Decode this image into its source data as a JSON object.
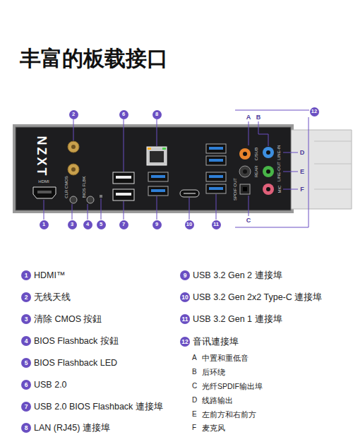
{
  "diagram": {
    "title": "丰富的板载接口",
    "labels": [
      "NZXT",
      "HDMI",
      "CLR CMOS",
      "BIOS FLBK",
      "C/SUB",
      "REAR",
      "SPDIF OUT",
      "LINE-IN",
      "LINE-OUT",
      "MIC",
      "1",
      "2",
      "3",
      "4",
      "5",
      "6",
      "7",
      "8",
      "9",
      "10",
      "11",
      "12",
      "A",
      "B",
      "C",
      "D",
      "E",
      "F",
      "1",
      "HDMI™",
      "2",
      "无线天线",
      "3",
      "清除 CMOS 按鈕",
      "4",
      "BIOS Flashback 按鈕",
      "5",
      "BIOS Flashback LED",
      "6",
      "USB 2.0",
      "7",
      "USB 2.0 BIOS Flashback 連接埠",
      "8",
      "LAN (RJ45) 連接埠",
      "9",
      "USB 3.2 Gen 2 連接埠",
      "10",
      "USB 3.2 Gen 2x2 Type-C 連接埠",
      "11",
      "USB 3.2 Gen 1 連接埠",
      "12",
      "音讯連接埠",
      "A",
      "中置和重低音",
      "B",
      "后环绕",
      "C",
      "光纤SPDIF输出埠",
      "D",
      "线路输出",
      "E",
      "左前方和右前方",
      "F",
      "麦克风"
    ]
  }
}
